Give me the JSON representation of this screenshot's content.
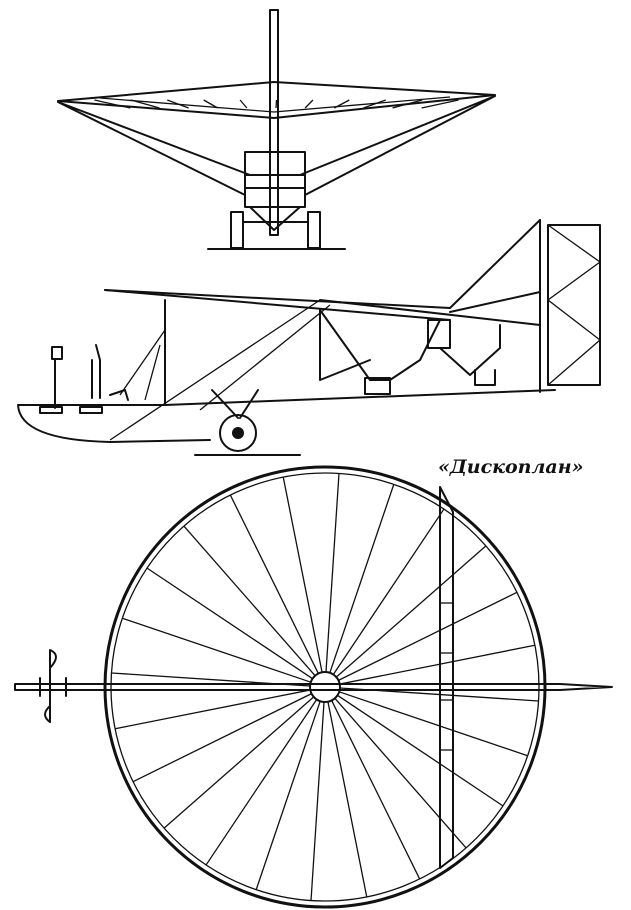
{
  "caption": "«Дископлан»",
  "views": [
    "front-view",
    "side-view",
    "top-view"
  ],
  "colors": {
    "ink": "#111111",
    "paper": "#ffffff"
  }
}
